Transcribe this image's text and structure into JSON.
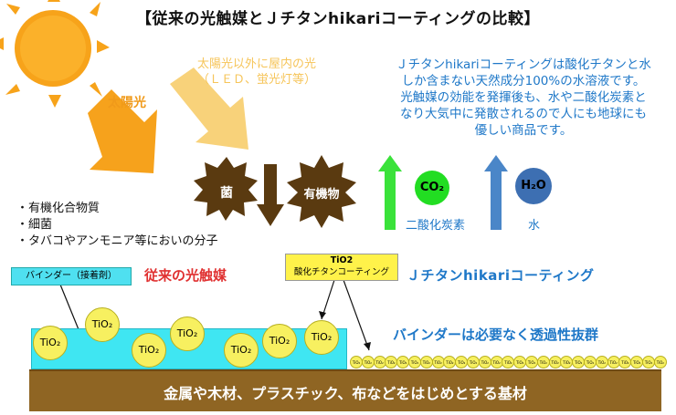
{
  "title": "【従来の光触媒とＪチタンhikariコーティングの比較】",
  "sunlight_label": "太陽光",
  "indoor_light_label": [
    "太陽光以外に屋内の光",
    "（ＬＥＤ、蛍光灯等）"
  ],
  "bacteria_label": "菌",
  "organic_label": "有機物",
  "co2_label": "CO₂",
  "h2o_label": "H₂O",
  "co2_caption": "二酸化炭素",
  "h2o_caption": "水",
  "info_lines": [
    "Ｊチタンhikariコーティングは酸化チタンと水",
    "しか含まない天然成分100%の水溶液です。",
    "光触媒の効能を発揮後も、水や二酸化炭素と",
    "なり大気中に発散されるので人にも地球にも",
    "優しい商品です。"
  ],
  "bullets": [
    "・有機化合物質",
    "・細菌",
    "・タバコやアンモニア等においの分子"
  ],
  "conventional_label": "従来の光触媒",
  "jtitan_label": "Ｊチタンhikariコーティング",
  "binder_box_label": "バインダー（接着剤）",
  "tio2_box_lines": [
    "TiO2",
    "酸化チタンコーティング"
  ],
  "binder_note": "バインダーは必要なく透過性抜群",
  "particle_label": "TiO₂",
  "small_particle_label": "TiO₂",
  "small_particle_count": 27,
  "base_label": "金属や木材、プラスチック、布などをはじめとする基材",
  "colors": {
    "sun": "#f7a31a",
    "arrow_orange": "#f6a21c",
    "arrow_light": "#f8d27a",
    "star": "#5a3a10",
    "down_arrow": "#5a3a10",
    "co2_circle": "#22dd22",
    "h2o_circle": "#3d6fb2",
    "binder": "#3fe6f2",
    "tio2": "#f7f060",
    "base": "#8f6523"
  }
}
